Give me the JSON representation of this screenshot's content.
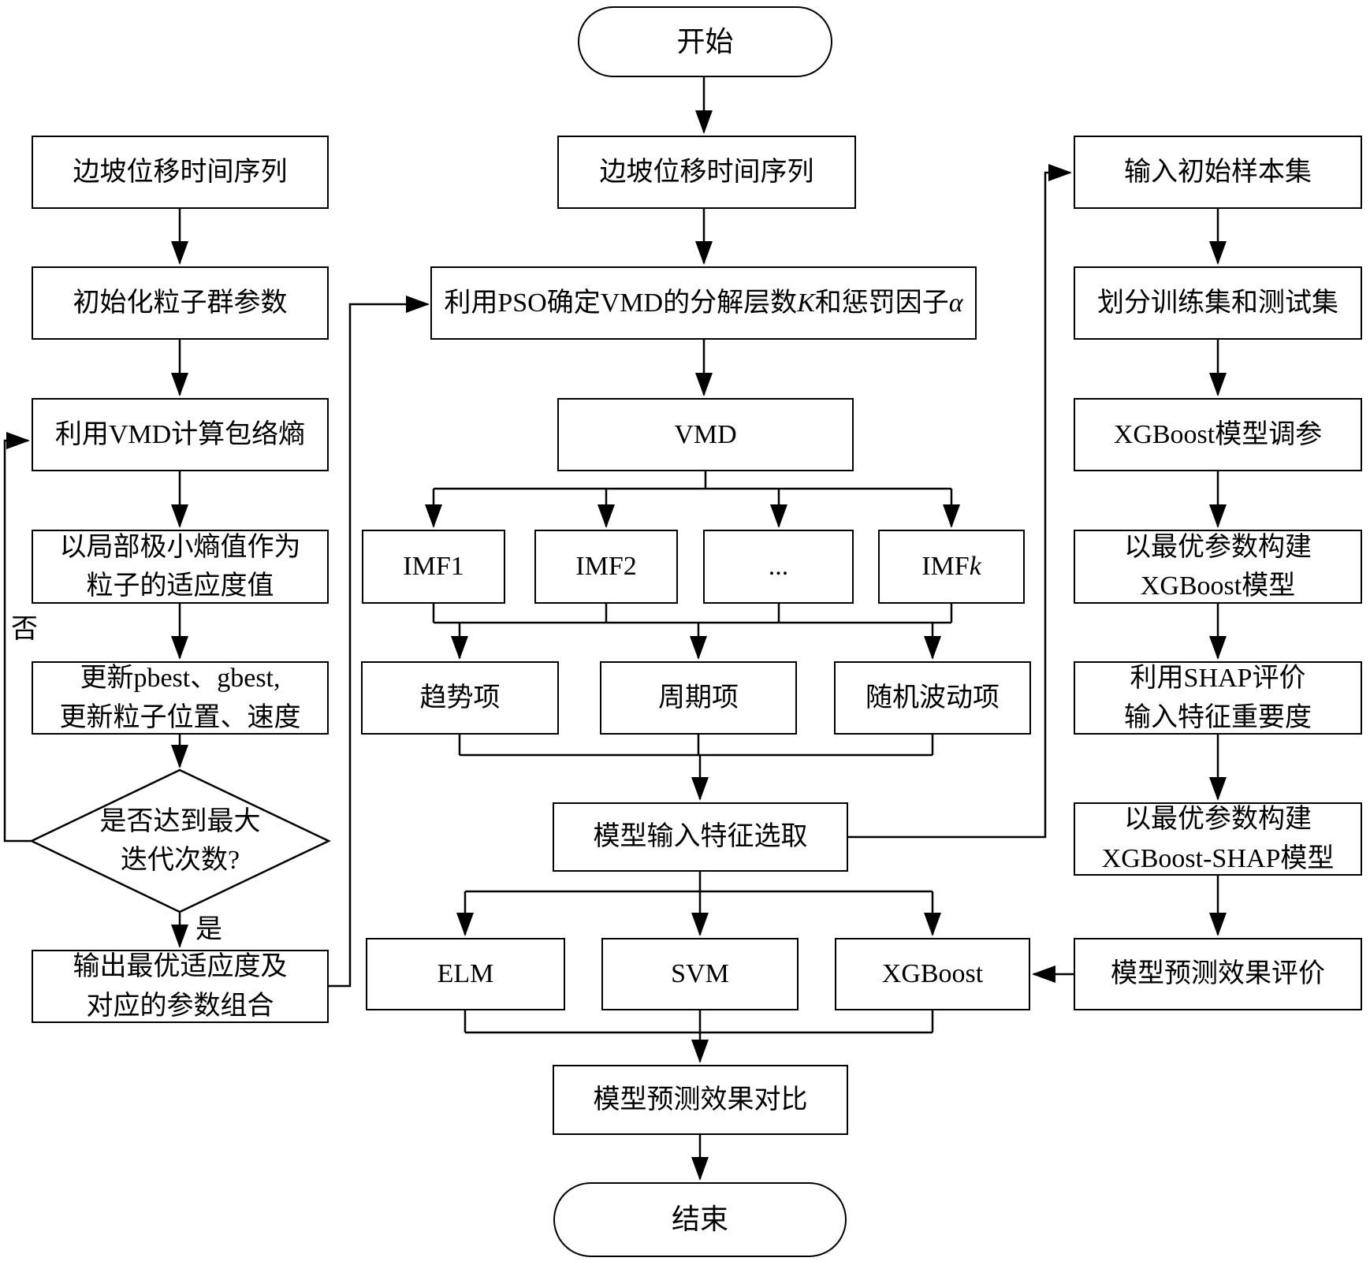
{
  "nodes": {
    "start": {
      "label": "开始"
    },
    "left_series": {
      "label": "边坡位移时间序列"
    },
    "init_particle": {
      "label": "初始化粒子群参数"
    },
    "vmd_entropy": {
      "label": "利用VMD计算包络熵"
    },
    "fitness": {
      "label": "以局部极小熵值作为\n粒子的适应度值"
    },
    "update_particles": {
      "label": "更新pbest、gbest,\n更新粒子位置、速度"
    },
    "max_iter_decision": {
      "label": "是否达到最大\n迭代次数?"
    },
    "output_best": {
      "label": "输出最优适应度及\n对应的参数组合"
    },
    "mid_series": {
      "label": "边坡位移时间序列"
    },
    "pso_vmd": {
      "prefix": "利用PSO确定VMD的分解层数",
      "var_k": "K",
      "middle": "和惩罚因子",
      "var_alpha": "α"
    },
    "vmd": {
      "label": "VMD"
    },
    "imf1": {
      "label": "IMF1"
    },
    "imf2": {
      "label": "IMF2"
    },
    "imf_dots": {
      "label": "..."
    },
    "imfk": {
      "prefix": "IMF",
      "var_k": "k"
    },
    "trend": {
      "label": "趋势项"
    },
    "period": {
      "label": "周期项"
    },
    "random_fluct": {
      "label": "随机波动项"
    },
    "feature_select": {
      "label": "模型输入特征选取"
    },
    "elm": {
      "label": "ELM"
    },
    "svm": {
      "label": "SVM"
    },
    "xgboost": {
      "label": "XGBoost"
    },
    "compare": {
      "label": "模型预测效果对比"
    },
    "end": {
      "label": "结束"
    },
    "input_samples": {
      "label": "输入初始样本集"
    },
    "split_dataset": {
      "label": "划分训练集和测试集"
    },
    "xgb_tuning": {
      "label": "XGBoost模型调参"
    },
    "build_xgb": {
      "label": "以最优参数构建\nXGBoost模型"
    },
    "shap_eval": {
      "label": "利用SHAP评价\n输入特征重要度"
    },
    "build_xgb_shap": {
      "label": "以最优参数构建\nXGBoost-SHAP模型"
    },
    "model_eval": {
      "label": "模型预测效果评价"
    }
  },
  "edge_labels": {
    "yes": "是",
    "no": "否"
  },
  "colors": {
    "line": "#000000",
    "box_border": "#000000",
    "box_fill": "#ffffff",
    "background": "#ffffff"
  }
}
